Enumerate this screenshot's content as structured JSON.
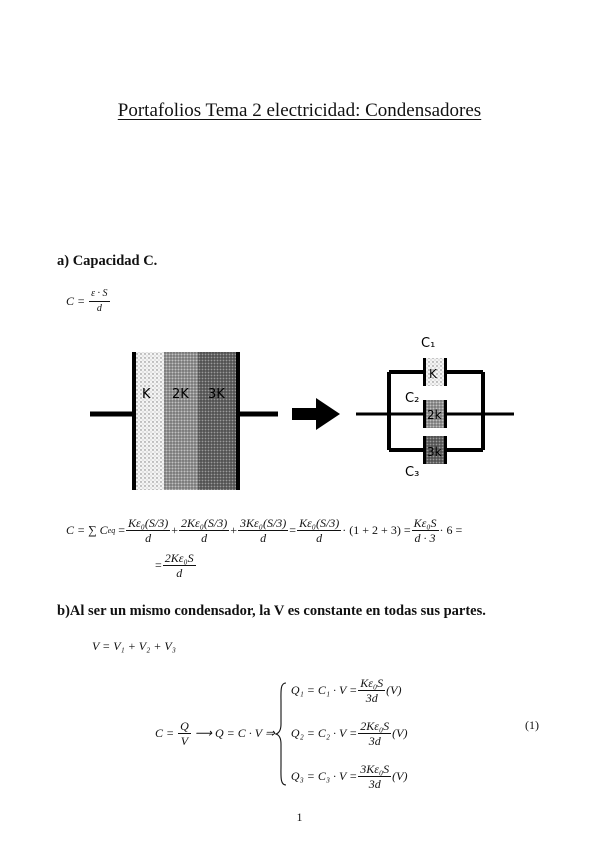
{
  "title": "Portafolios Tema 2 electricidad: Condensadores",
  "section_a": {
    "heading": "a) Capacidad C.",
    "formula1": {
      "lhs": "C =",
      "num": "ε · S",
      "den": "d"
    }
  },
  "figure": {
    "slab_labels": [
      "K",
      "2K",
      "3K"
    ],
    "cap_labels": [
      "C₁",
      "C₂",
      "C₃"
    ],
    "cap_dielectrics": [
      "K",
      "2k",
      "3k"
    ]
  },
  "sum_equation": {
    "lhs": "C = ∑ C",
    "lhs_sub": "eq",
    "terms": [
      {
        "num": "Kε₀(S/3)",
        "den": "d"
      },
      {
        "num": "2Kε₀(S/3)",
        "den": "d"
      },
      {
        "num": "3Kε₀(S/3)",
        "den": "d"
      },
      {
        "num": "Kε₀(S/3)",
        "den": "d"
      },
      {
        "num": "Kε₀S",
        "den": "d · 3"
      }
    ],
    "ops": [
      "=",
      "+",
      "+",
      "=",
      "· (1 + 2 + 3) =",
      "· 6 ="
    ],
    "result": {
      "prefix": "=",
      "num": "2Kε₀S",
      "den": "d"
    }
  },
  "section_b": {
    "heading": "b)Al ser un mismo condensador, la V es constante en todas sus partes.",
    "voltage_eq": "V = V₁ + V₂ + V₃",
    "c_def": {
      "lhs": "C =",
      "num": "Q",
      "den": "V",
      "rhs": "⟶ Q = C · V ⇒"
    },
    "system": [
      {
        "lhs": "Q₁ = C₁ · V =",
        "num": "Kε₀S",
        "den": "3d",
        "unit": "(V)"
      },
      {
        "lhs": "Q₂ = C₂ · V =",
        "num": "2Kε₀S",
        "den": "3d",
        "unit": "(V)"
      },
      {
        "lhs": "Q₃ = C₃ · V =",
        "num": "3Kε₀S",
        "den": "3d",
        "unit": "(V)"
      }
    ],
    "eq_number": "(1)"
  },
  "page_number": "1"
}
